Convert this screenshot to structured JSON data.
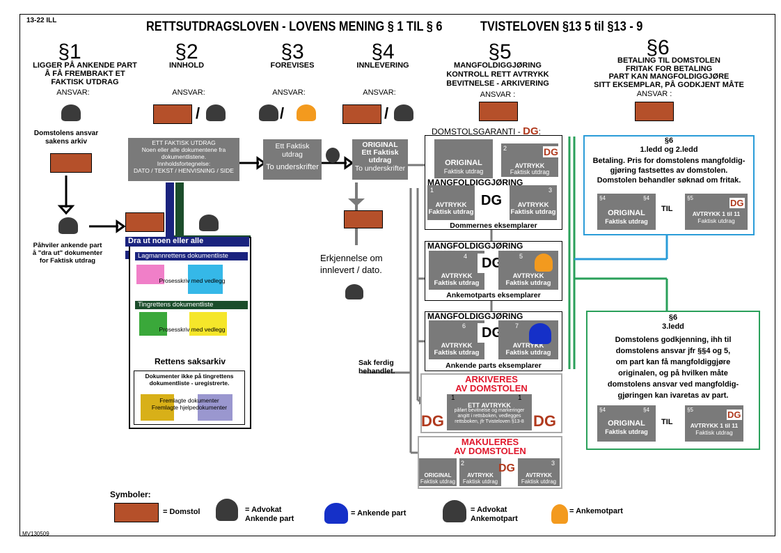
{
  "corner": {
    "code": "13-22 ILL",
    "footer": "MV130509"
  },
  "title": {
    "left": "RETTSUTDRAGSLOVEN - LOVENS MENING § 1 TIL § 6",
    "right": "TVISTELOVEN §13 5 til §13 - 9"
  },
  "sections": [
    {
      "num": "§1",
      "head": "LIGGER PÅ ANKENDE PART\nÅ FÅ FREMBRAKT ET\nFAKTISK UTDRAG",
      "ansvar": "ANSVAR:"
    },
    {
      "num": "§2",
      "head": "INNHOLD",
      "ansvar": "ANSVAR:"
    },
    {
      "num": "§3",
      "head": "FOREVISES",
      "ansvar": "ANSVAR:"
    },
    {
      "num": "§4",
      "head": "INNLEVERING",
      "ansvar": "ANSVAR:"
    },
    {
      "num": "§5",
      "head": "MANGFOLDIGGJØRING\nKONTROLL RETT AVTRYKK\nBEVITNELSE - ARKIVERING",
      "ansvar": "ANSVAR :"
    },
    {
      "num": "§6",
      "head": "BETALING TIL DOMSTOLEN\nFRITAK FOR BETALING\nPART KAN MANGFOLDIGGJØRE\nSITT EKSEMPLAR, PÅ GODKJENT MÅTE",
      "ansvar": "ANSVAR :"
    }
  ],
  "s1": {
    "domstol_ansvar": "Domstolens ansvar\nsakens arkiv",
    "paviler": "Påhviler ankende part\nå \"dra ut\" dokumenter\nfor Faktisk utdrag"
  },
  "s2": {
    "box": "ETT  FAKTISK UTDRAG\nNoen eller alle dokumentene fra\ndokumentlistene.\nInnholdsfortegnelse:\nDATO  / TEKST / HENVISNING / SIDE",
    "dra_ut": "Dra ut noen eller alle",
    "lagmann": "Lagmannrettens dokumentliste",
    "prosesskriv1": "Prosesskriv med vedlegg",
    "tingrett": "Tingrettens dokumentliste",
    "prosesskriv2": "Prosesskriv med vedlegg",
    "saksarkiv": "Rettens saksarkiv",
    "ikke": "Dokumenter ikke på tingrettens\ndokumentliste - uregistrerte.",
    "fremlagte": "Fremlagte dokumenter\nFremlagte hjelpedokumenter"
  },
  "s3": {
    "box_top": "Ett Faktisk\nutdrag",
    "box_bottom": "To  underskrifter"
  },
  "s4": {
    "box_top": "ORIGINAL\nEtt Faktisk\nutdrag",
    "box_bottom": "To underskrifter",
    "erkjennelse": "Erkjennelse om\ninnlevert / dato."
  },
  "s5": {
    "garanti": "DOMSTOLSGARANTI - ",
    "dg": "DG",
    "dg_colon": ":",
    "original": "ORIGINAL",
    "faktisk": "Faktisk  utdrag",
    "avtrykk": "AVTRYKK",
    "faktisk_utdrag": "Faktisk utdrag",
    "mangfold": "MANGFOLDIGGJØRING",
    "dommernes": "Dommernes eksemplarer",
    "ankemot": "Ankemotparts eksemplarer",
    "ankende": "Ankende parts eksemplarer",
    "n1": "1",
    "n2": "2",
    "n3": "3",
    "n4": "4",
    "n5": "5",
    "n6": "6",
    "n7": "7",
    "sak_ferdig": "Sak ferdig\nbehandlet.",
    "arkiveres": "ARKIVERES\nAV DOMSTOLEN",
    "ett_avtrykk": "ETT AVTRYKK",
    "paafort": "påført bevitnelse og markeringer\nangitt i rettsboken, vedlegges\nrettsboken, jfr Tvisteloven §13-8",
    "makuleres": "MAKULERES\nAV DOMSTOLEN",
    "original_s": "ORIGINAL",
    "faktisk_s": "Faktisk  utdrag",
    "avtrykk_s": "AVTRYKK",
    "faktisk_utdrag_s": "Faktisk  utdrag"
  },
  "s6": {
    "box1_head": "§6\n1.ledd og 2.ledd",
    "box1_body": "Betaling. Pris for domstolens mangfoldig-\ngjøring fastsettes av domstolen.\nDomstolen behandler søknad om fritak.",
    "s4a": "§4",
    "s4b": "§4",
    "s5": "§5",
    "original": "ORIGINAL",
    "faktisk": "Faktisk  utdrag",
    "til": "TIL",
    "avtrykk1": "AVTRYKK 1 til 11",
    "faktisk2": "Faktisk  utdrag",
    "dg": "DG",
    "box2_head": "§6\n3.ledd",
    "box2_body": "Domstolens godkjenning, ihh til\ndomstolens ansvar jfr §§4 og 5,\nom part kan få mangfoldiggjøre\noriginalen, og på hvilken måte\ndomstolens ansvar ved mangfoldig-\ngjøringen kan ivaretas av part."
  },
  "legend": {
    "symboler": "Symboler:",
    "domstol": "= Domstol",
    "advokat_ankende": "= Advokat\nAnkende part",
    "ankende": "= Ankende part",
    "advokat_ankemot": "= Advokat\nAnkemotpart",
    "ankemot": "= Ankemotpart"
  },
  "colors": {
    "grey": "#7a7a7a",
    "dg_red": "#b03a1e",
    "blue_pole": "#1a237e",
    "green_pole": "#1b4d2b",
    "pink": "#f07fc8",
    "cyan": "#35b8e8",
    "green": "#3aa83a",
    "yellow": "#f5e62a",
    "orange": "#f39a1e",
    "blue_person": "#1530c8",
    "ochre": "#d8b018",
    "lavender": "#9a97cf",
    "teal_line": "#2a9cd8",
    "green_line": "#2aa05a"
  }
}
